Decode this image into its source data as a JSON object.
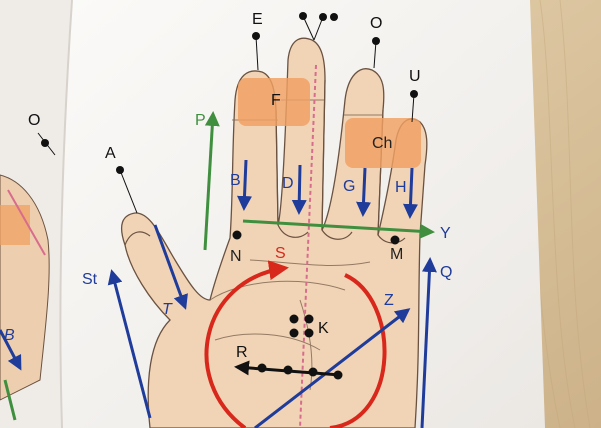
{
  "colors": {
    "table_wood": "#d9c39b",
    "paper": "#f6f4f1",
    "skin": "#f1d4b6",
    "skin_shadow": "#e6bd97",
    "orange_patch": "#f0a062",
    "outline": "#6b5240",
    "arrow_blue": "#1f3c9a",
    "arrow_green": "#3f8f3f",
    "circle_red": "#d8281c",
    "midline_pink": "#d86c8c",
    "dot": "#111111"
  },
  "labels": {
    "E": "E",
    "O_main": "O",
    "O_left": "O",
    "U": "U",
    "A": "A",
    "F": "F",
    "P": "P",
    "Ch": "Ch",
    "B_main": "B",
    "D": "D",
    "G": "G",
    "H": "H",
    "Y": "Y",
    "N": "N",
    "S": "S",
    "M": "M",
    "Q": "Q",
    "St": "St",
    "T": "T",
    "Z": "Z",
    "K": "K",
    "R": "R",
    "B_left": "B"
  }
}
